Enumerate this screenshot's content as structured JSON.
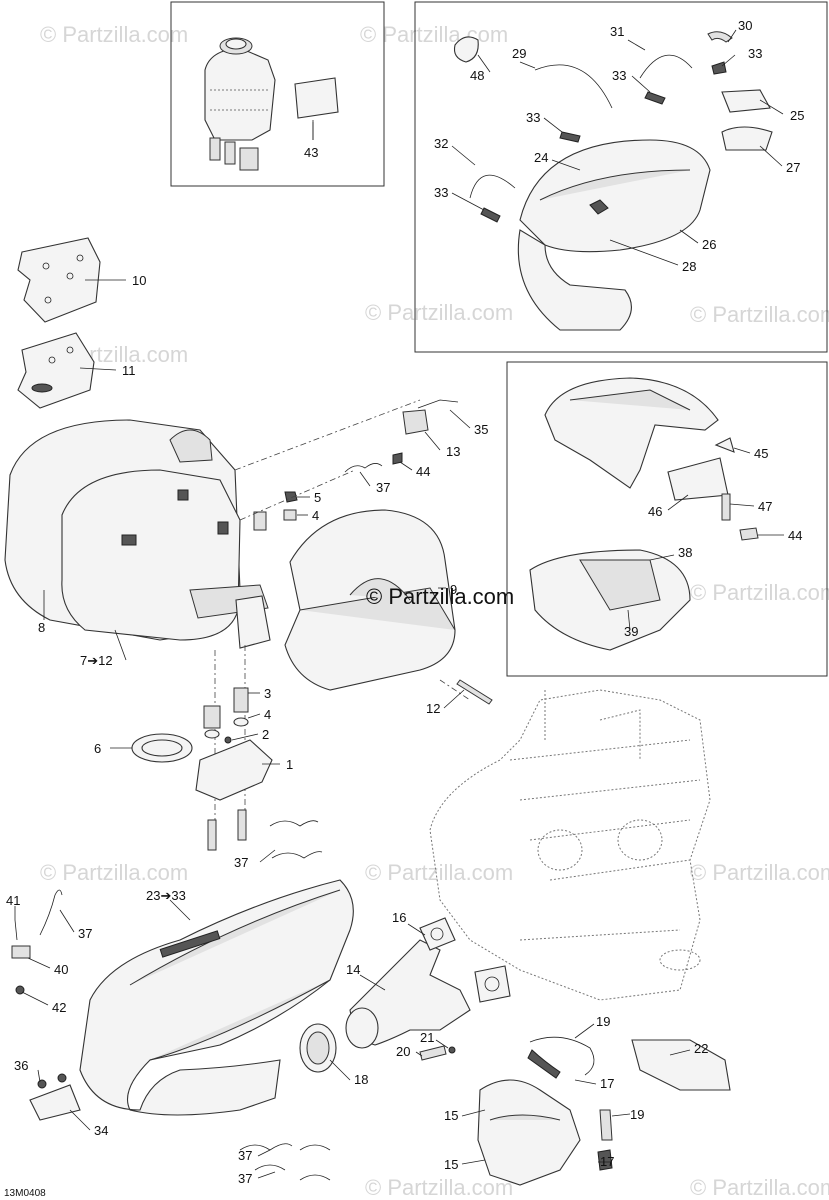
{
  "diagram": {
    "code": "13M0408",
    "watermark": "© Partzilla.com",
    "watermark_faint": "© Partzilla.com",
    "callouts": [
      {
        "id": "c48",
        "text": "48"
      },
      {
        "id": "c29",
        "text": "29"
      },
      {
        "id": "c31",
        "text": "31"
      },
      {
        "id": "c30",
        "text": "30"
      },
      {
        "id": "c33a",
        "text": "33"
      },
      {
        "id": "c33b",
        "text": "33"
      },
      {
        "id": "c25",
        "text": "25"
      },
      {
        "id": "c33c",
        "text": "33"
      },
      {
        "id": "c32",
        "text": "32"
      },
      {
        "id": "c24",
        "text": "24"
      },
      {
        "id": "c27",
        "text": "27"
      },
      {
        "id": "c33d",
        "text": "33"
      },
      {
        "id": "c26",
        "text": "26"
      },
      {
        "id": "c28",
        "text": "28"
      },
      {
        "id": "c43",
        "text": "43"
      },
      {
        "id": "c10",
        "text": "10"
      },
      {
        "id": "c11",
        "text": "11"
      },
      {
        "id": "c35",
        "text": "35"
      },
      {
        "id": "c13",
        "text": "13"
      },
      {
        "id": "c44a",
        "text": "44"
      },
      {
        "id": "c37a",
        "text": "37"
      },
      {
        "id": "c5",
        "text": "5"
      },
      {
        "id": "c4a",
        "text": "4"
      },
      {
        "id": "c9",
        "text": "9"
      },
      {
        "id": "c8",
        "text": "8"
      },
      {
        "id": "c7",
        "text": "7➔12"
      },
      {
        "id": "c12",
        "text": "12"
      },
      {
        "id": "c3",
        "text": "3"
      },
      {
        "id": "c4b",
        "text": "4"
      },
      {
        "id": "c2",
        "text": "2"
      },
      {
        "id": "c6",
        "text": "6"
      },
      {
        "id": "c1",
        "text": "1"
      },
      {
        "id": "c37b",
        "text": "37"
      },
      {
        "id": "c45",
        "text": "45"
      },
      {
        "id": "c46",
        "text": "46"
      },
      {
        "id": "c47",
        "text": "47"
      },
      {
        "id": "c44b",
        "text": "44"
      },
      {
        "id": "c38",
        "text": "38"
      },
      {
        "id": "c39",
        "text": "39"
      },
      {
        "id": "c41",
        "text": "41"
      },
      {
        "id": "c37c",
        "text": "37"
      },
      {
        "id": "c23",
        "text": "23➔33"
      },
      {
        "id": "c40",
        "text": "40"
      },
      {
        "id": "c42",
        "text": "42"
      },
      {
        "id": "c16",
        "text": "16"
      },
      {
        "id": "c14",
        "text": "14"
      },
      {
        "id": "c19a",
        "text": "19"
      },
      {
        "id": "c22",
        "text": "22"
      },
      {
        "id": "c21",
        "text": "21"
      },
      {
        "id": "c20",
        "text": "20"
      },
      {
        "id": "c18",
        "text": "18"
      },
      {
        "id": "c17a",
        "text": "17"
      },
      {
        "id": "c36",
        "text": "36"
      },
      {
        "id": "c34",
        "text": "34"
      },
      {
        "id": "c15a",
        "text": "15"
      },
      {
        "id": "c19b",
        "text": "19"
      },
      {
        "id": "c37d",
        "text": "37"
      },
      {
        "id": "c37e",
        "text": "37"
      },
      {
        "id": "c15b",
        "text": "15"
      },
      {
        "id": "c17b",
        "text": "17"
      }
    ]
  }
}
